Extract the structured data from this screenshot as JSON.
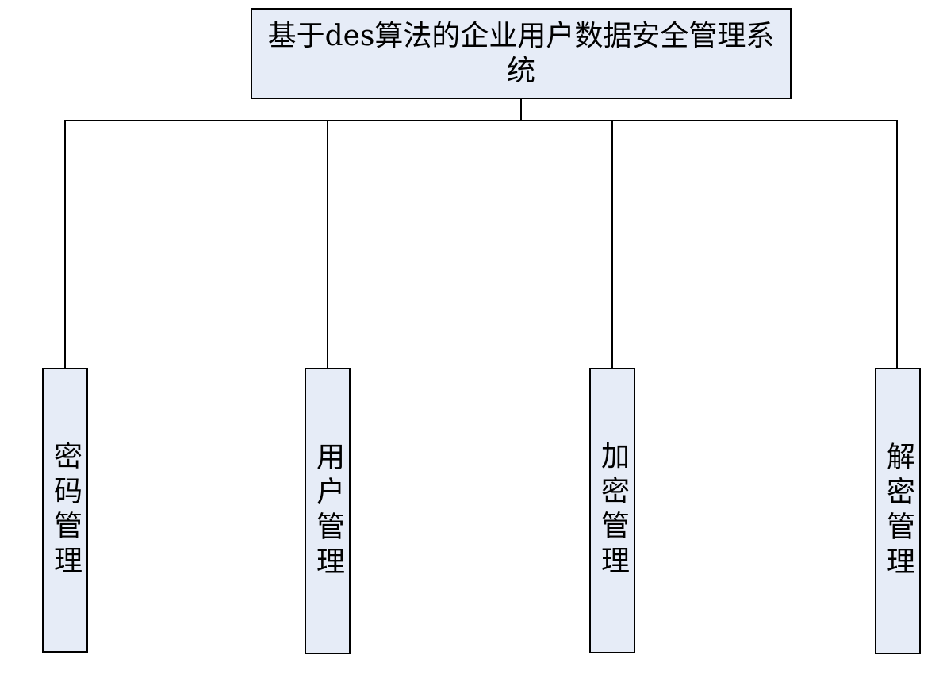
{
  "diagram": {
    "root": {
      "label": "基于des算法的企业用户数据安全管理系统"
    },
    "children": [
      {
        "label": "密码管理"
      },
      {
        "label": "用户管理"
      },
      {
        "label": "加密管理"
      },
      {
        "label": "解密管理"
      }
    ],
    "colors": {
      "node_fill": "#e6ecf7",
      "border": "#000000",
      "line": "#000000",
      "text": "#000000"
    }
  }
}
